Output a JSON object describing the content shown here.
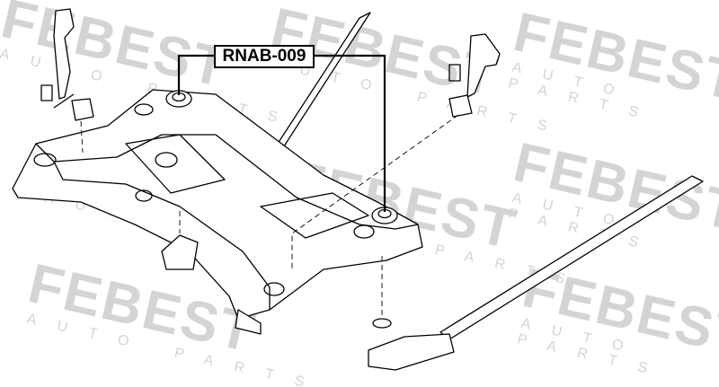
{
  "watermark": {
    "brand": "FEBEST",
    "tagline": "AUTO PARTS"
  },
  "part_label": "RNAB-009",
  "colors": {
    "line": "#000000",
    "watermark": "#d9d9d9",
    "background": "#ffffff"
  }
}
